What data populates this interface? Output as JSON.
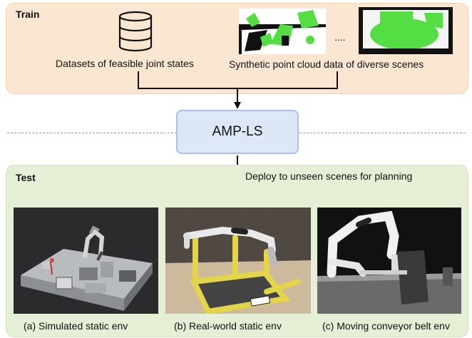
{
  "train": {
    "label": "Train",
    "datasets_caption": "Datasets of feasible joint states",
    "pointcloud_caption": "Synthetic point cloud data of diverse scenes",
    "ellipsis": "...."
  },
  "model": {
    "label": "AMP-LS"
  },
  "test": {
    "label": "Test",
    "deploy_caption": "Deploy to unseen scenes for planning",
    "scenes": [
      {
        "caption": "(a) Simulated static env"
      },
      {
        "caption": "(b) Real-world static env"
      },
      {
        "caption": "(c) Moving conveyor belt env"
      }
    ]
  },
  "colors": {
    "train_bg": "#fbe6d2",
    "test_bg": "#e5efd6",
    "model_bg": "#dde7f5",
    "pointcloud_green": "#55dd44"
  },
  "icons": [
    "database-icon"
  ]
}
